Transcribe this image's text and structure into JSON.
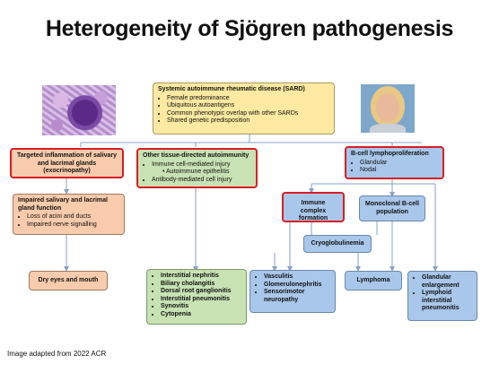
{
  "title": "Heterogeneity of Sjögren pathogenesis",
  "caption": "Image adapted from 2022 ACR",
  "sard": {
    "heading": "Systemic autoimmune rheumatic disease (SARD)",
    "items": [
      "Female predominance",
      "Ubiquitous autoantigens",
      "Common phenotypic overlap with other SARDs",
      "Shared genetic predisposition"
    ]
  },
  "salivary": {
    "heading": "Targeted inflammation of salivary and lacrimal glands (exocrinopathy)"
  },
  "impaired": {
    "heading": "Impaired salivary and lacrimal gland function",
    "items": [
      "Loss of acini and ducts",
      "Impaired nerve signalling"
    ]
  },
  "dry": {
    "heading": "Dry eyes and mouth"
  },
  "other": {
    "heading": "Other tissue-directed autoimmunity",
    "items": [
      "Immune cell-mediated injury",
      "Antibody-mediated cell injury"
    ],
    "subitems": [
      "Autoimmune epithelitis"
    ]
  },
  "tissue_list": {
    "items": [
      "Interstitial nephritis",
      "Biliary cholangitis",
      "Dorsal root ganglionitis",
      "Interstitial pneumonitis",
      "Synovitis",
      "Cytopenia"
    ]
  },
  "bcell": {
    "heading": "B-cell lymphoproliferation",
    "items": [
      "Glandular",
      "Nodal"
    ]
  },
  "immune_complex": {
    "heading": "Immune complex formation"
  },
  "monoclonal": {
    "heading": "Monoclonal B-cell population"
  },
  "cryo": {
    "heading": "Cryoglobulinemia"
  },
  "vasc": {
    "items": [
      "Vasculitis",
      "Glomerulonephritis",
      "Sensorimotor neuropathy"
    ]
  },
  "lymphoma": {
    "heading": "Lymphoma"
  },
  "glandular": {
    "items": [
      "Glandular enlargement",
      "Lymphoid interstitial pneumonitis"
    ]
  }
}
